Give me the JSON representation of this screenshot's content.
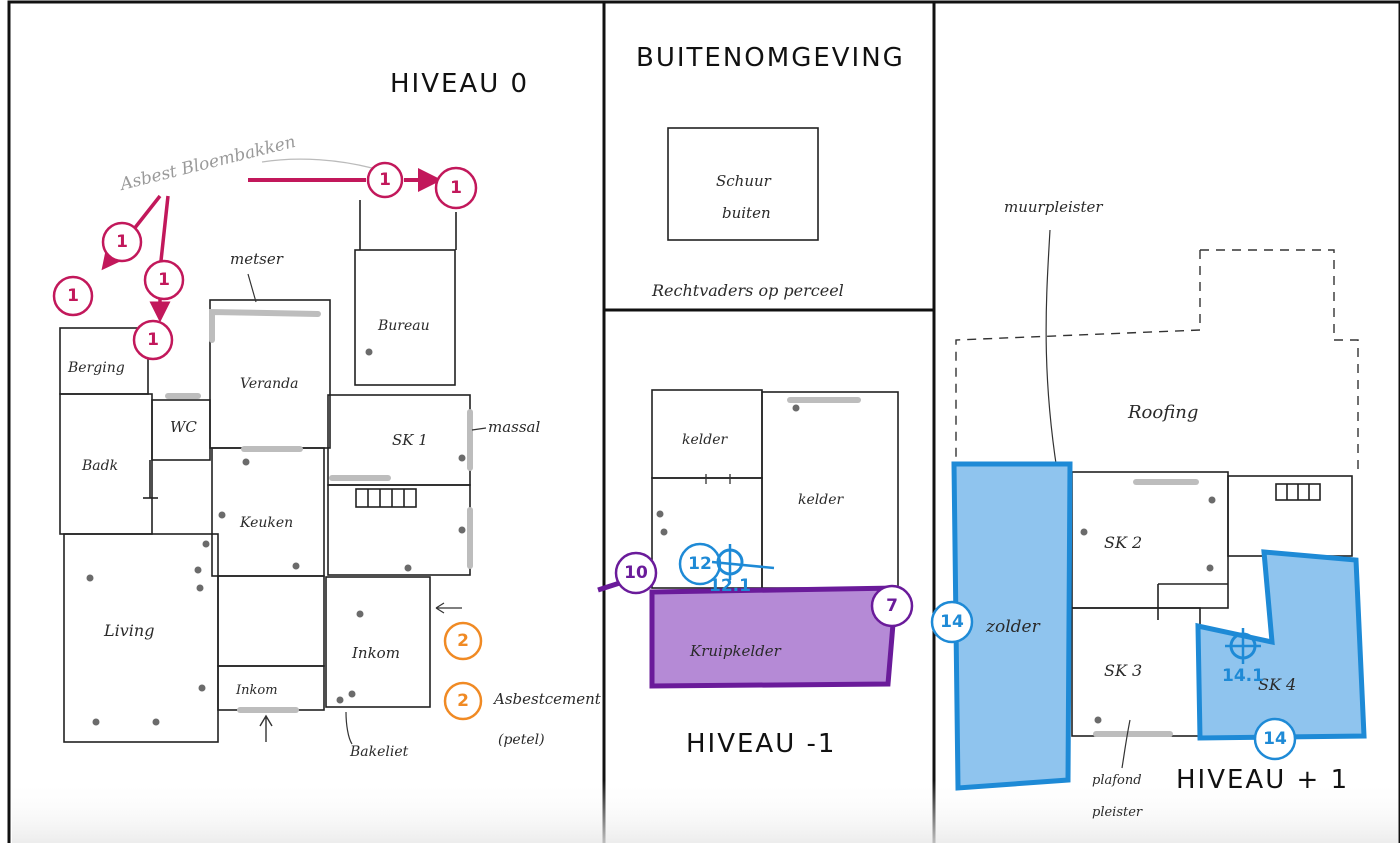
{
  "panels": {
    "left": {
      "title": "HIVEAU 0"
    },
    "mid_top": {
      "title": "BUITENOMGEVING"
    },
    "mid_bottom": {
      "title": "HIVEAU -1"
    },
    "right": {
      "title": "HIVEAU + 1"
    }
  },
  "rooms_level0": {
    "berging": "Berging",
    "badk": "Badk",
    "wc": "WC",
    "veranda": "Veranda",
    "bureau": "Bureau",
    "sk1": "SK 1",
    "keuken": "Keuken",
    "living": "Living",
    "inkom": "Inkom",
    "inkom2": "Inkom"
  },
  "notes_level0": {
    "asbest": "Asbest Bloembakken",
    "metser": "metser",
    "massal": "massal",
    "asbestcement": "Asbestcement",
    "asbestcement_sub": "(petel)",
    "bakelite": "Bakeliet"
  },
  "outdoor": {
    "shed_line1": "Schuur",
    "shed_line2": "buiten",
    "note": "Rechtvaders op perceel"
  },
  "rooms_level_minus1": {
    "kelder1": "kelder",
    "kelder2": "kelder",
    "kruipkelder": "Kruipkelder"
  },
  "rooms_level1": {
    "roofing": "Roofing",
    "sk2": "SK 2",
    "zolder": "zolder",
    "sk3": "SK 3",
    "sk4": "SK 4"
  },
  "notes_level1": {
    "muurpleister": "muurpleister",
    "plafond1": "plafond",
    "plafond2": "pleister"
  },
  "badges": {
    "b1a": "1",
    "b1b": "1",
    "b1c": "1",
    "b1d": "1",
    "b1e": "1",
    "b1f": "1",
    "b2a": "2",
    "b2b": "2",
    "b7": "7",
    "b10": "10",
    "b12": "12",
    "b12_1": "12.1",
    "b14a": "14",
    "b14b": "14",
    "b14_1": "14.1"
  },
  "colors": {
    "asbestos_red": "#c2185b",
    "orange": "#f08a24",
    "purple": "#6a1b9a",
    "purple_fill": "#b58ad6",
    "blue": "#1e8ad6",
    "blue_fill": "#8fc4ee"
  }
}
